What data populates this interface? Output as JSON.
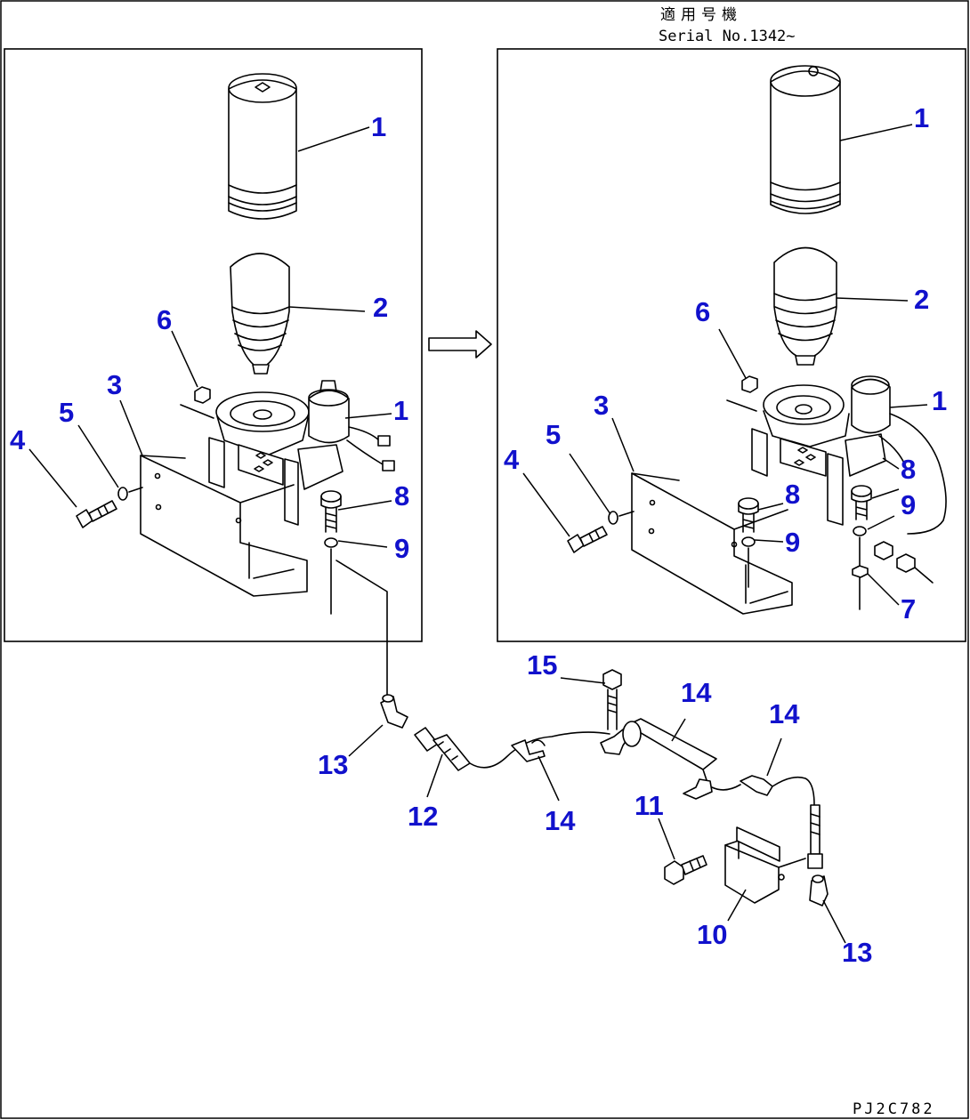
{
  "header": {
    "applicable_label": "適用号機",
    "serial_text": "Serial No.1342~"
  },
  "footer": {
    "drawing_code": "PJ2C782"
  },
  "callouts": {
    "left_panel": [
      "1",
      "2",
      "6",
      "3",
      "1",
      "5",
      "4",
      "8",
      "9"
    ],
    "right_panel": [
      "1",
      "2",
      "6",
      "3",
      "1",
      "5",
      "4",
      "8",
      "8",
      "9",
      "9",
      "7"
    ],
    "lower_assembly": [
      "15",
      "14",
      "14",
      "13",
      "12",
      "14",
      "11",
      "10",
      "13"
    ]
  }
}
